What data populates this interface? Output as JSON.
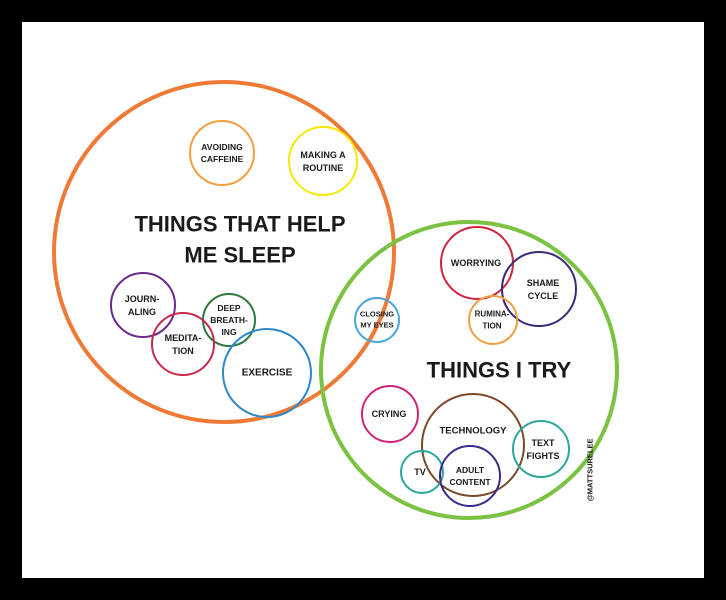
{
  "colors": {
    "frame": "#000000",
    "paper": "#ffffff",
    "text": "#1a1a1a",
    "orange": "#ef7a35",
    "green": "#7cc242",
    "yellow": "#f5e900",
    "purple": "#6b2a8c",
    "crimson": "#c52a4f",
    "darkgreen": "#2d7a3c",
    "blue": "#2d88c8",
    "lightblue": "#4aa6d8",
    "red": "#d0233f",
    "magenta": "#d0237a",
    "navy": "#3a2a78",
    "lightorange": "#f0a040",
    "brown": "#7a4a2a",
    "teal": "#2aa69a",
    "indigo": "#3a2a8a"
  },
  "diagram": {
    "left_title_line1": "THINGS THAT HELP",
    "left_title_line2": "ME SLEEP",
    "right_title": "THINGS I TRY",
    "credit": "@MATTSURELEE"
  },
  "bubbles": {
    "avoiding_caffeine": [
      "AVOIDING",
      "CAFFEINE"
    ],
    "making_routine": [
      "MAKING A",
      "ROUTINE"
    ],
    "journaling": [
      "JOURN-",
      "ALING"
    ],
    "deep_breathing": [
      "DEEP",
      "BREATH-",
      "ING"
    ],
    "meditation": [
      "MEDITA-",
      "TION"
    ],
    "exercise": [
      "EXERCISE"
    ],
    "closing_eyes": [
      "CLOSING",
      "MY EYES"
    ],
    "worrying": [
      "WORRYING"
    ],
    "shame_cycle": [
      "SHAME",
      "CYCLE"
    ],
    "rumination": [
      "RUMINA-",
      "TION"
    ],
    "crying": [
      "CRYING"
    ],
    "technology": [
      "TECHNOLOGY"
    ],
    "text_fights": [
      "TEXT",
      "FIGHTS"
    ],
    "tv": [
      "TV"
    ],
    "adult_content": [
      "ADULT",
      "CONTENT"
    ]
  }
}
